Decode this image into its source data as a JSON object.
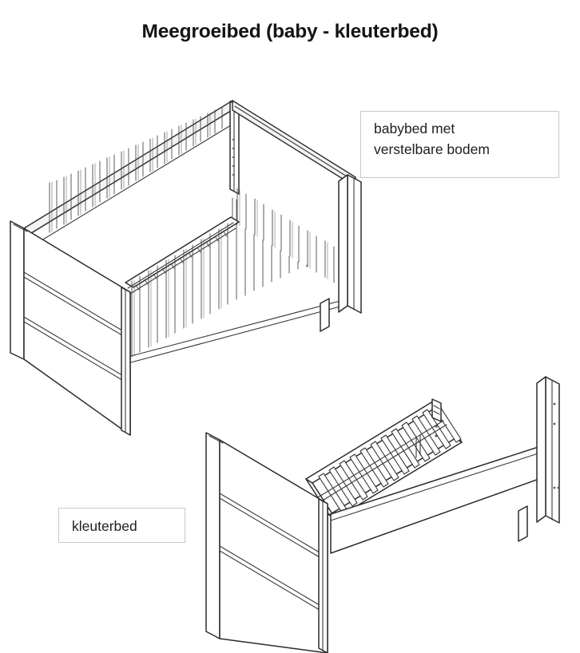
{
  "document": {
    "title": "Meegroeibed (baby - kleuterbed)",
    "language": "nl",
    "background_color": "#ffffff",
    "line_color": "#2b2b2b"
  },
  "callouts": [
    {
      "id": "babybed",
      "name": "babybed-callout",
      "line1": "babybed met",
      "line2": "verstelbare bodem",
      "border_color": "#c8c8c8"
    },
    {
      "id": "kleuterbed",
      "name": "kleuterbed-callout",
      "line1": "kleuterbed",
      "border_color": "#c8c8c8"
    }
  ],
  "illustrations": [
    {
      "id": "crib",
      "name": "baby-crib-illustration",
      "caption_ref": "babybed",
      "description": "Isometrische lijntekening van een babybed met verstelbare bodem",
      "features": [
        "verstelbare lattenbodem",
        "spijlen voorzijde",
        "spijlen achterzijde",
        "massief hoofdbord links",
        "massief voetbord rechts"
      ],
      "front_bar_count": 24,
      "back_bar_count": 26,
      "panel_plank_rows": 3
    },
    {
      "id": "toddler_bed",
      "name": "toddler-bed-illustration",
      "caption_ref": "kleuterbed",
      "description": "Isometrische lijntekening van hetzelfde bed omgebouwd tot kleuterbed",
      "features": [
        "lattenbodem zichtbaar",
        "geen spijlen",
        "massief hoofdbord",
        "lager voetbord",
        "zijbalk"
      ],
      "slat_count": 13,
      "panel_plank_rows": 3
    }
  ]
}
